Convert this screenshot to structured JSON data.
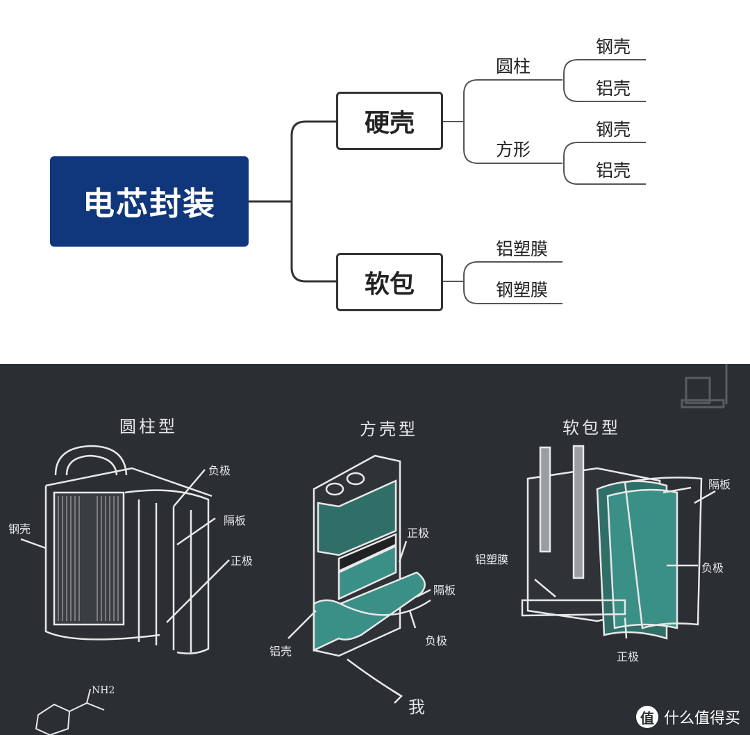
{
  "mindmap": {
    "root": "电芯封装",
    "hard": {
      "label": "硬壳",
      "cylinder": {
        "label": "圆柱",
        "children": [
          "钢壳",
          "铝壳"
        ]
      },
      "square": {
        "label": "方形",
        "children": [
          "钢壳",
          "铝壳"
        ]
      }
    },
    "soft": {
      "label": "软包",
      "children": [
        "铝塑膜",
        "钢塑膜"
      ]
    }
  },
  "illustration": {
    "cylinder": {
      "title": "圆柱型",
      "labels": [
        "负极",
        "隔板",
        "正极",
        "钢壳"
      ]
    },
    "prismatic": {
      "title": "方壳型",
      "labels": [
        "正极",
        "隔板",
        "负极",
        "铝壳"
      ],
      "note": "我"
    },
    "pouch": {
      "title": "软包型",
      "labels": [
        "隔板",
        "铝塑膜",
        "负极",
        "正极"
      ]
    },
    "formula_label": "NH2"
  },
  "watermark": {
    "badge": "值",
    "text": "什么值得买"
  },
  "colors": {
    "root_box": "#10367b",
    "board": "#2b2e33",
    "teal": "#3a8f86",
    "chalk": "#e8e8e8"
  }
}
